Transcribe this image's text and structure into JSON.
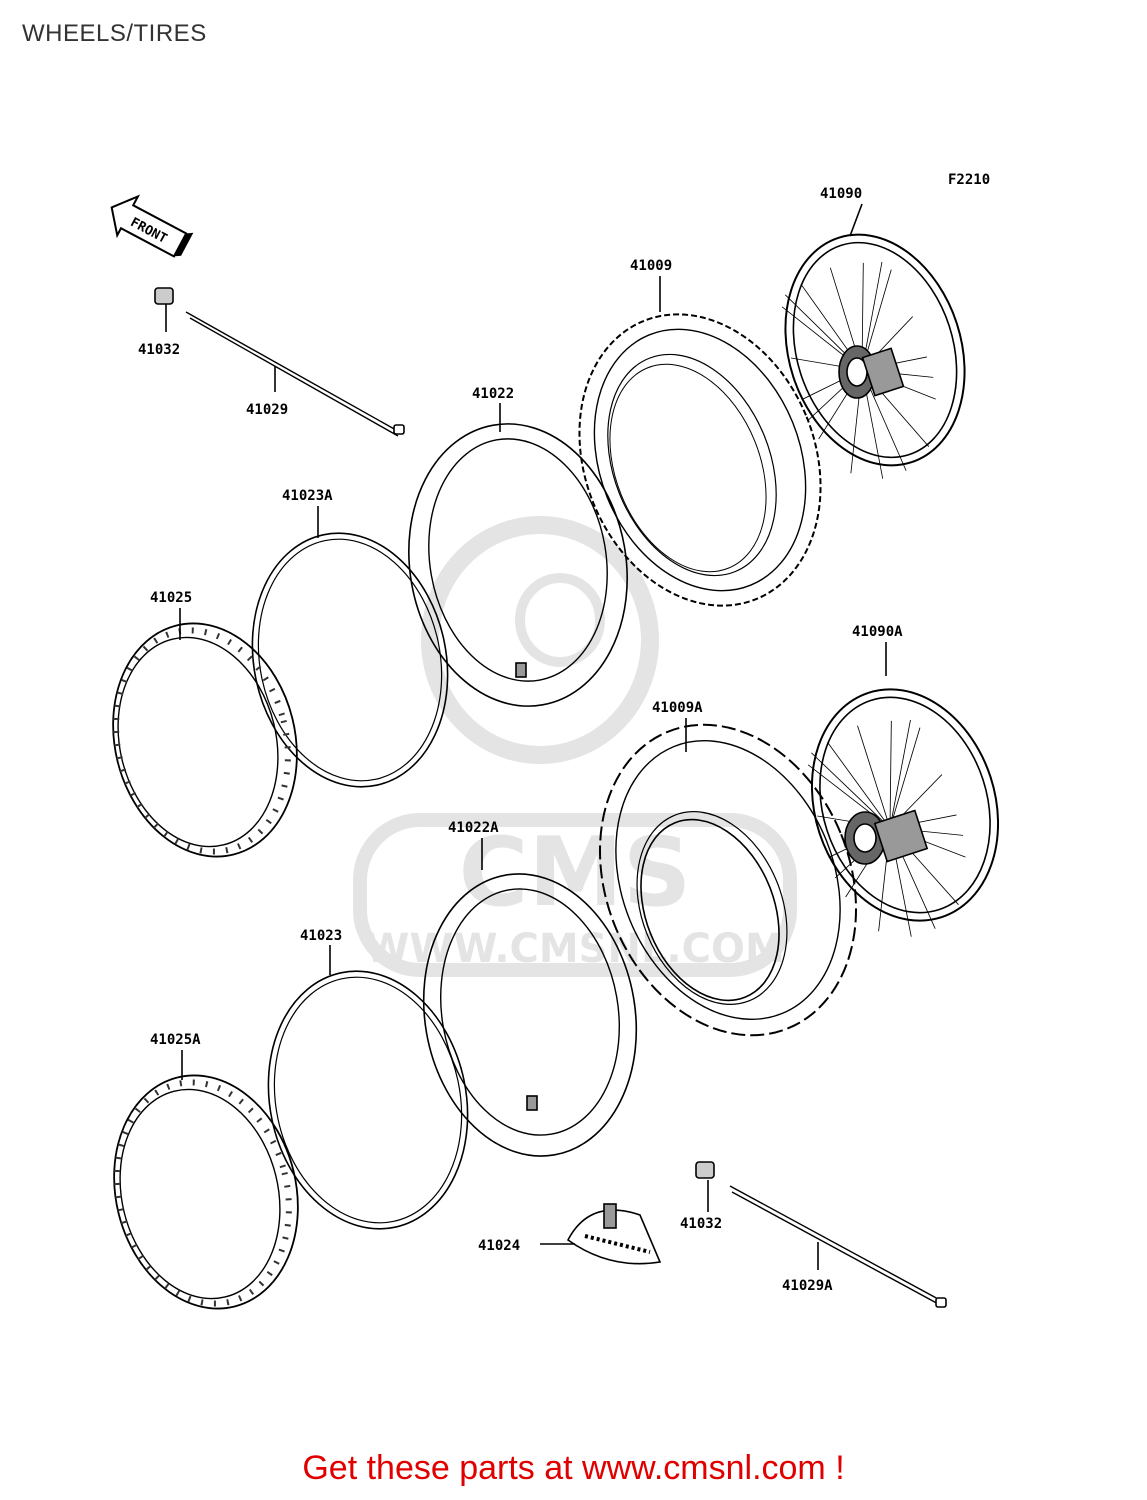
{
  "page_title": "WHEELS/TIRES",
  "figure_code": "F2210",
  "front_indicator": "FRONT",
  "watermark": {
    "brand": "CMS",
    "url": "WWW.CMSNL.COM"
  },
  "parts": {
    "p41090": "41090",
    "p41009": "41009",
    "p41022": "41022",
    "p41032_top": "41032",
    "p41029": "41029",
    "p41023A": "41023A",
    "p41025": "41025",
    "p41090A": "41090A",
    "p41009A": "41009A",
    "p41022A": "41022A",
    "p41023": "41023",
    "p41025A": "41025A",
    "p41032_bottom": "41032",
    "p41024": "41024",
    "p41029A": "41029A"
  },
  "promo_text": "Get these parts at www.cmsnl.com !",
  "colors": {
    "promo": "#e00000",
    "line": "#000000",
    "watermark": "#e4e4e4"
  }
}
